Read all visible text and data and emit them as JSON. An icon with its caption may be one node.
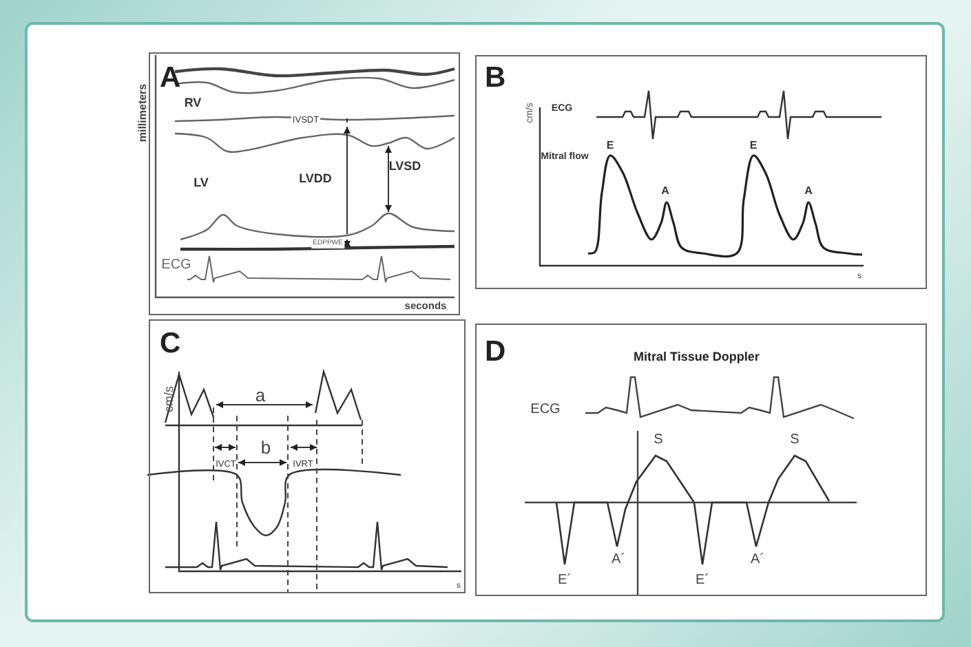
{
  "diagram": {
    "nodes": [
      {
        "text": [
          "A"
        ]
      },
      {
        "text": [
          "B"
        ]
      },
      {
        "text": [
          "C"
        ]
      },
      {
        "text": [
          "D",
          "Mitral Tissue Doppler"
        ]
      }
    ],
    "labels": [
      "millimeters",
      "RV",
      "IVSDT",
      "LV",
      "LVDD",
      "LVSD",
      "EDPPWE",
      "ECG",
      "seconds",
      "ECG",
      "cm/s",
      "E",
      "E",
      "Mitral flow",
      "A",
      "A",
      "s",
      "cm/s",
      "a",
      "b",
      "IVCT",
      "IVRT",
      "s",
      "ECG",
      "S",
      "S",
      "A´",
      "A´",
      "E´",
      "E´"
    ]
  }
}
